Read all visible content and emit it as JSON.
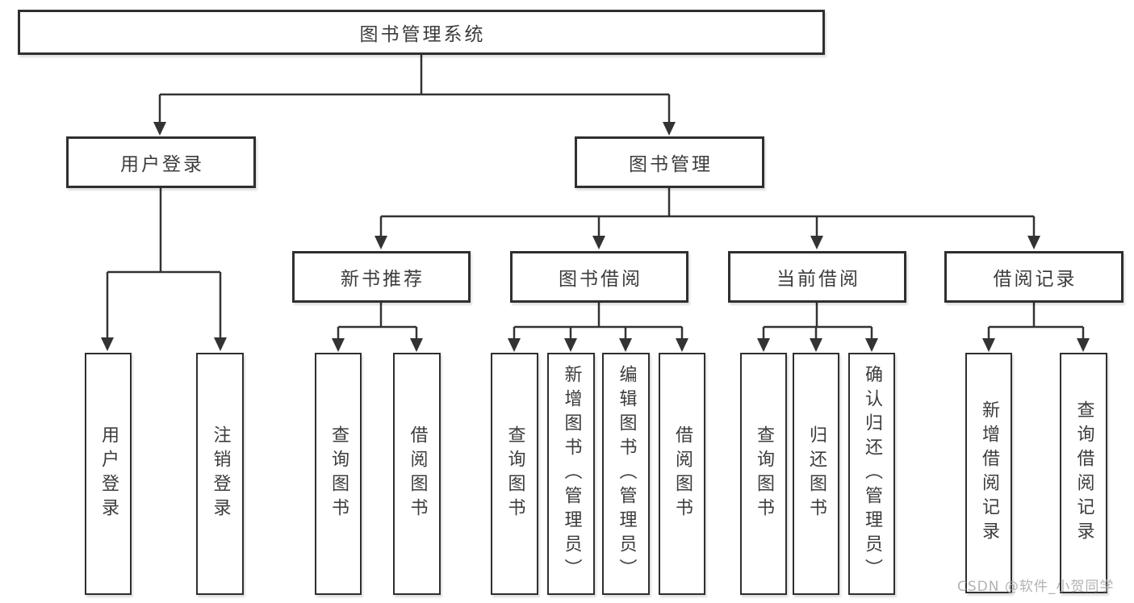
{
  "title": "图书管理系统",
  "watermark": "CSDN @软件_小贺同学",
  "colors": {
    "background": "#ffffff",
    "box_border": "#2f2f2f",
    "connector_line": "#333333",
    "text": "#3c3c3c",
    "watermark": "#a5a5a5"
  },
  "tree": {
    "label": "图书管理系统",
    "children": [
      {
        "label": "用户登录",
        "children": [
          {
            "label": "用户登录"
          },
          {
            "label": "注销登录"
          }
        ]
      },
      {
        "label": "图书管理",
        "children": [
          {
            "label": "新书推荐",
            "children": [
              {
                "label": "查询图书"
              },
              {
                "label": "借阅图书"
              }
            ]
          },
          {
            "label": "图书借阅",
            "children": [
              {
                "label": "查询图书"
              },
              {
                "label": "新增图书（管理员）"
              },
              {
                "label": "编辑图书（管理员）"
              },
              {
                "label": "借阅图书"
              }
            ]
          },
          {
            "label": "当前借阅",
            "children": [
              {
                "label": "查询图书"
              },
              {
                "label": "归还图书"
              },
              {
                "label": "确认归还（管理员）"
              }
            ]
          },
          {
            "label": "借阅记录",
            "children": [
              {
                "label": "新增借阅记录"
              },
              {
                "label": "查询借阅记录"
              }
            ]
          }
        ]
      }
    ]
  }
}
